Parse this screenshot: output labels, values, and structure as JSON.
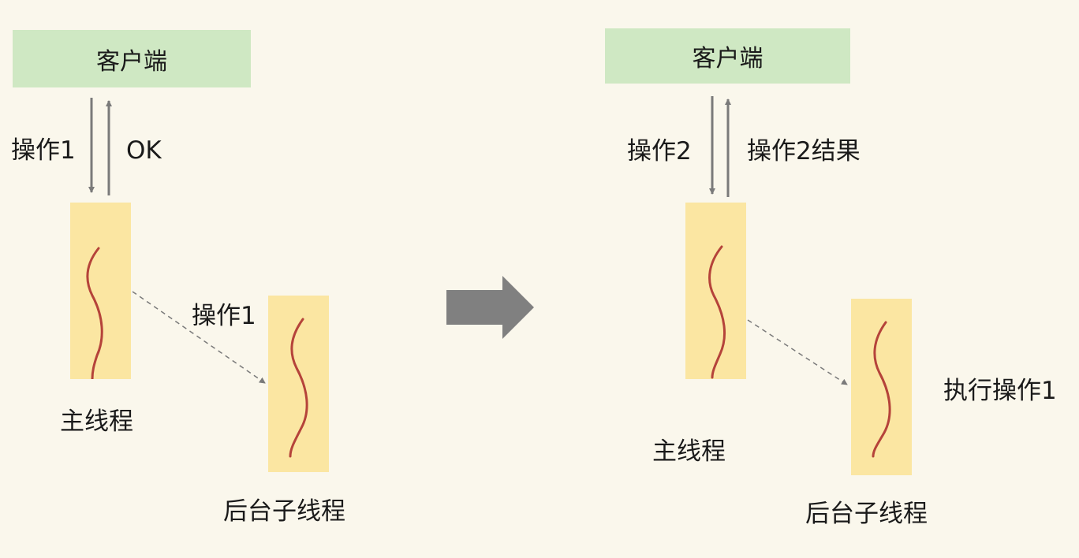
{
  "left": {
    "client_label": "客户端",
    "request_label": "操作1",
    "response_label": "OK",
    "main_thread_label": "主线程",
    "dispatch_label": "操作1",
    "bg_thread_label": "后台子线程"
  },
  "right": {
    "client_label": "客户端",
    "request_label": "操作2",
    "response_label": "操作2结果",
    "main_thread_label": "主线程",
    "bg_action_label": "执行操作1",
    "bg_thread_label": "后台子线程"
  },
  "colors": {
    "background": "#faf7ec",
    "client_fill": "#cfe8c3",
    "thread_fill": "#fbe6a2",
    "squiggle": "#b5433a",
    "arrow": "#7a7a7a",
    "transition_arrow": "#808080"
  }
}
